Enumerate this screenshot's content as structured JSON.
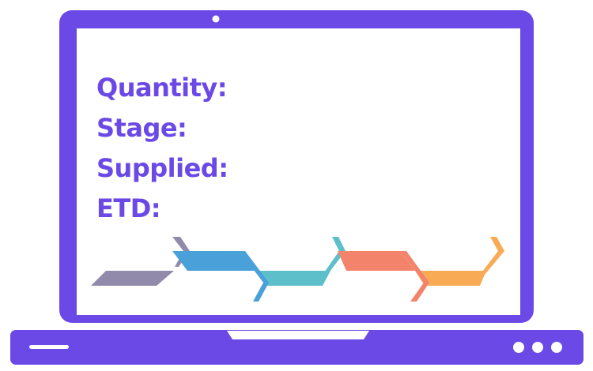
{
  "colors": {
    "frame": "#6b49e6",
    "screen": "#ffffff",
    "label_text": "#6b49e6",
    "stage_1": "#928aaa",
    "stage_2": "#4aa1da",
    "stage_3": "#5dbfca",
    "stage_4": "#f4836c",
    "stage_5": "#f8aa55"
  },
  "labels": [
    {
      "text": "Quantity:"
    },
    {
      "text": "Stage:"
    },
    {
      "text": "Supplied:"
    },
    {
      "text": "ETD:"
    }
  ],
  "process_stages": [
    {
      "color": "#928aaa"
    },
    {
      "color": "#4aa1da"
    },
    {
      "color": "#5dbfca"
    },
    {
      "color": "#f4836c"
    },
    {
      "color": "#f8aa55"
    }
  ],
  "base_indicators": {
    "dot_count": 3
  }
}
